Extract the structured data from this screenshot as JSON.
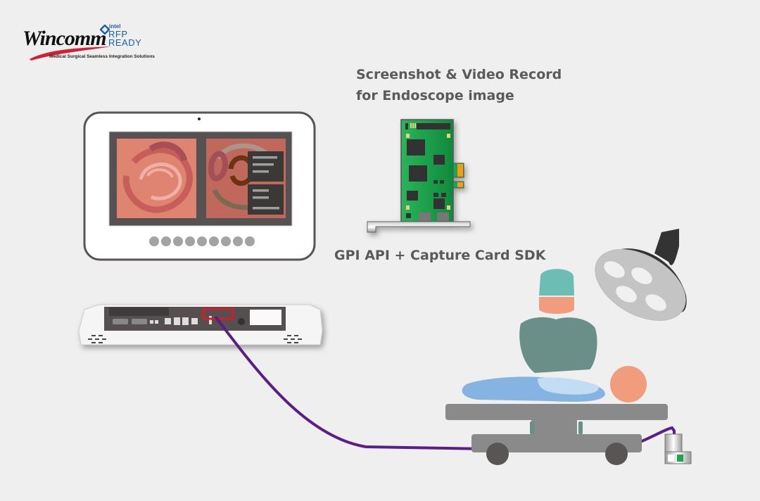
{
  "logo": {
    "brand": "Wincomm",
    "tagline": "Medical Surgical Seamless Integration Solutions",
    "partner_word": "intel",
    "partner_line1": "RFP",
    "partner_line2": "READY"
  },
  "headline": {
    "line1": "Screenshot & Video Record",
    "line2": "for Endoscope image"
  },
  "sdk_label": "GPI API + Capture Card SDK",
  "tablet": {
    "indicator_dots": 9
  },
  "colors": {
    "background": "#efefef",
    "cable": "#5b1d87",
    "highlight_box": "#d21f2b",
    "pcb_green": "#1ea64b",
    "surgeon": "#6a8f88",
    "cap": "#6cbdb3",
    "skin": "#f19c7c",
    "sheet": "#86b4e2",
    "table": "#8a8a8a"
  }
}
